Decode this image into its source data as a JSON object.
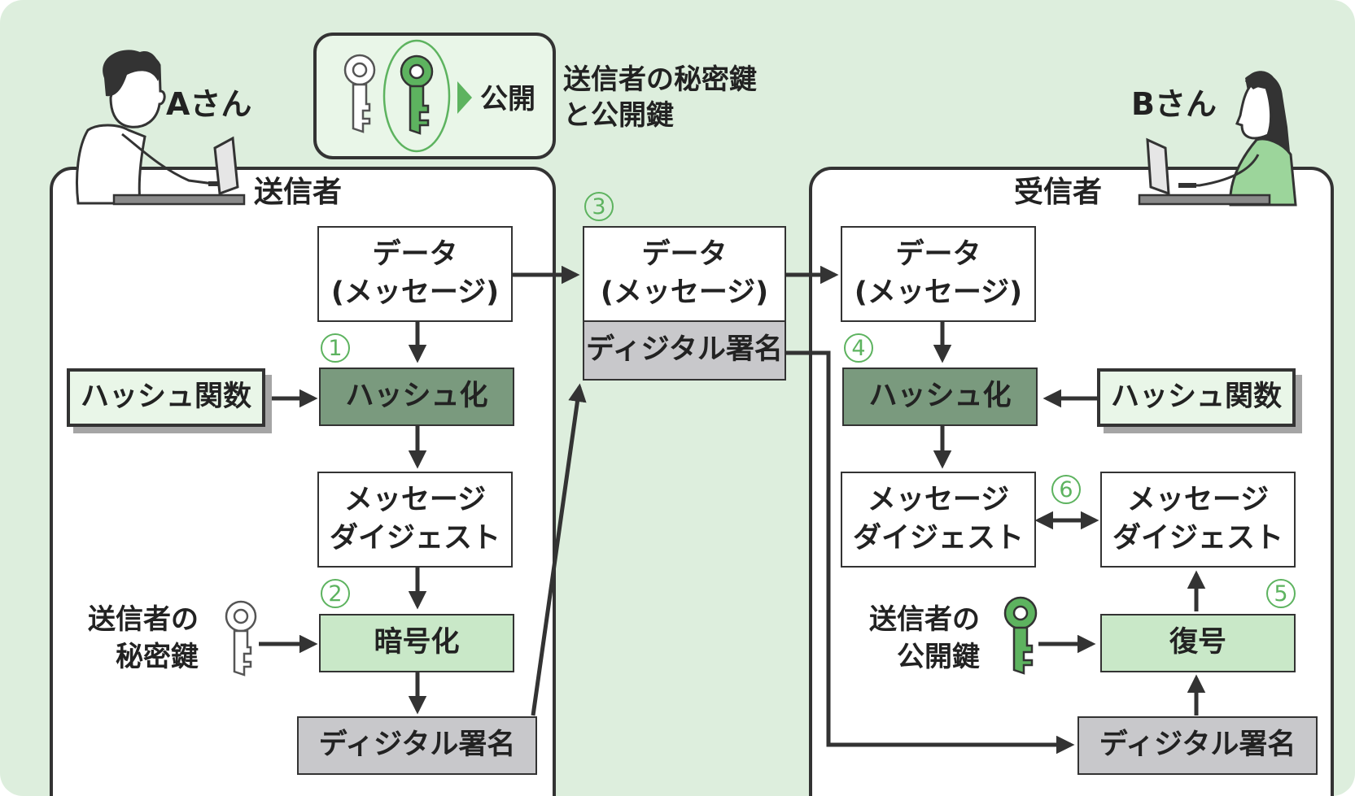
{
  "person_a": "Aさん",
  "person_b": "Bさん",
  "legend": {
    "public_label": "公開",
    "caption_line1": "送信者の秘密鍵",
    "caption_line2": "と公開鍵"
  },
  "sender": {
    "title": "送信者",
    "data_line1": "データ",
    "data_line2": "(メッセージ)",
    "hash_function": "ハッシュ関数",
    "hash": "ハッシュ化",
    "digest_line1": "メッセージ",
    "digest_line2": "ダイジェスト",
    "key_line1": "送信者の",
    "key_line2": "秘密鍵",
    "encrypt": "暗号化",
    "signature": "ディジタル署名"
  },
  "transit": {
    "data_line1": "データ",
    "data_line2": "(メッセージ)",
    "signature": "ディジタル署名"
  },
  "receiver": {
    "title": "受信者",
    "data_line1": "データ",
    "data_line2": "(メッセージ)",
    "hash": "ハッシュ化",
    "hash_function": "ハッシュ関数",
    "digest_line1": "メッセージ",
    "digest_line2": "ダイジェスト",
    "digest2_line1": "メッセージ",
    "digest2_line2": "ダイジェスト",
    "key_line1": "送信者の",
    "key_line2": "公開鍵",
    "decrypt": "復号",
    "signature": "ディジタル署名"
  },
  "steps": [
    "1",
    "2",
    "3",
    "4",
    "5",
    "6"
  ],
  "colors": {
    "background": "#ddeedd",
    "accent_green": "#5db35f",
    "dark_box": "#7a9a7e",
    "light_box": "#c9e8c8",
    "grey_box": "#c8c8cb"
  }
}
